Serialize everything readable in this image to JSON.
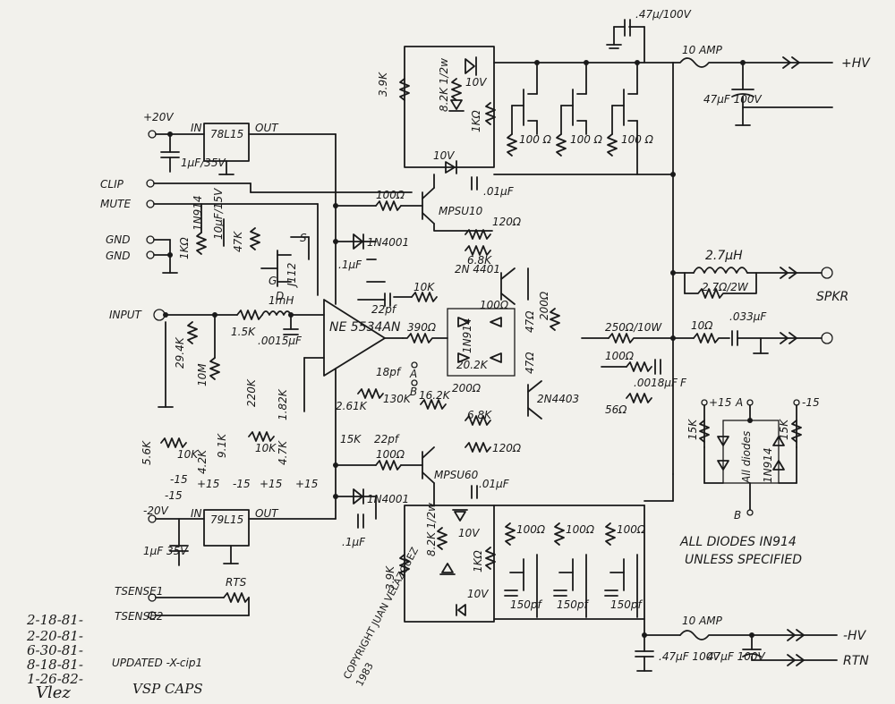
{
  "power": {
    "pos_supply": "+20V",
    "neg_supply": "-20V",
    "reg_pos": "78L15",
    "reg_neg": "79L15",
    "reg_in": "IN",
    "reg_out": "OUT",
    "cap_pos": "1μF/35V",
    "cap_neg": "1μF 35V"
  },
  "inputs": {
    "clip": "CLIP",
    "mute": "MUTE",
    "gnd1": "GND",
    "gnd2": "GND",
    "input": "INPUT",
    "tsense1": "TSENSE1",
    "tsense2": "TSENSE2",
    "rts": "RTS"
  },
  "outputs": {
    "hv_pos": "+HV",
    "hv_neg": "-HV",
    "spkr": "SPKR",
    "rtn": "RTN",
    "fuse_top": "10 AMP",
    "fuse_bot": "10 AMP"
  },
  "components": {
    "cap_top": ".47μ/100V",
    "cap_top2": "47μF 100V",
    "cap_bot": ".47μF 100V",
    "cap_bot2": "47μF 100V",
    "opamp": "NE 5534AN",
    "jfet": "J112",
    "jfet_s": "S",
    "jfet_g": "G",
    "jfet_d": "D",
    "q_mpsu10": "MPSU10",
    "q_mpsu60": "MPSU60",
    "q_2n4401": "2N 4401",
    "q_2n4403": "2N4403",
    "d_1n4001_a": "1N4001",
    "d_1n4001_b": "1N4001",
    "d_1n914": "1N914",
    "z_10v_a": "10V",
    "z_10v_b": "10V",
    "z_10v_c": "10V",
    "z_10v_d": "10V",
    "r_3k9_a": "3.9K",
    "r_3k9_b": "3.9K",
    "r_8k2_a": "8.2K 1/2w",
    "r_8k2_b": "8.2K 1/2w",
    "r_1k_a": "1KΩ",
    "r_1k_b": "1KΩ",
    "r_100_a": "100 Ω",
    "r_100_b": "100 Ω",
    "r_100_c": "100 Ω",
    "r_100_d": "100Ω",
    "r_100_e": "100Ω",
    "r_100_f": "100Ω",
    "c_150_a": "150pf",
    "c_150_b": "150pf",
    "c_150_c": "150pf",
    "c_01_a": ".01μF",
    "c_01_b": ".01μF",
    "r_100ohm_a": "100Ω",
    "r_100ohm_b": "100Ω",
    "r_120_a": "120Ω",
    "r_120_b": "120Ω",
    "r_6k8_a": "6.8K",
    "r_6k8_b": "6.8K",
    "r_10k": "10K",
    "c_1uf": ".1μF",
    "c_1uf_b": ".1μF",
    "l_1mh": "1mH",
    "r_1k5": "1.5K",
    "c_0015": ".0015μF",
    "r_29k4": "29.4K",
    "r_10m": "10M",
    "c_22pf": "22pf",
    "c_22pf_b": "22pf",
    "c_18pf": "18pf",
    "r_390": "390Ω",
    "r_130k": "130K",
    "r_2k61": "2.61K",
    "r_15k": "15K",
    "r_16k2": "16.2K",
    "r_20k": "20.2K",
    "r_200_a": "200Ω",
    "r_200_b": "200Ω",
    "r_47_a": "47Ω",
    "r_47_b": "47Ω",
    "r_250": "250Ω/10W",
    "r_100x": "100Ω",
    "c_0018": ".0018μF",
    "r_56": "56Ω",
    "l_27": "2.7μH",
    "r_27": "2.7Ω/2W",
    "r_10out": "10Ω",
    "c_033": ".033μF",
    "r_220k": "220K",
    "r_1k82": "1.82K",
    "r_5k6": "5.6K",
    "r_10k_a": "10K",
    "r_10k_b": "10K",
    "r_4k2": "4.2K",
    "r_4k7": "4.7K",
    "r_9k": "9.1K",
    "r_1k_in": "1KΩ",
    "c_10uf": "10μF/15V",
    "r_47k": "47K",
    "r_1n914": "1N914",
    "r_15k_bias_a": "15K",
    "r_15k_bias_b": "15K",
    "bias_all": "All diodes",
    "bias_1n914": "1N914",
    "pin_a": "A",
    "pin_b": "B",
    "pin_a2": "A",
    "pin_b2": "B",
    "pin_f": "F",
    "p15": "+15",
    "m15": "-15",
    "s_p15_a": "+15",
    "s_m15_a": "-15",
    "s_p15_b": "+15",
    "s_m15_b": "-15",
    "s_m15_c": "-15",
    "s_p15_c": "+15"
  },
  "notes": {
    "diodes_line1": "ALL DIODES   IN914",
    "diodes_line2": "UNLESS SPECIFIED",
    "copyright": "COPYRIGHT JUAN VELAZQUEZ",
    "year": "1983",
    "revisions": [
      "2-18-81-",
      "2-20-81-",
      "6-30-81-",
      "8-18-81-",
      "1-26-82-"
    ],
    "updated": "UPDATED -X-cip1",
    "signature": "Vlez",
    "vsp_caps": "VSP CAPS"
  }
}
